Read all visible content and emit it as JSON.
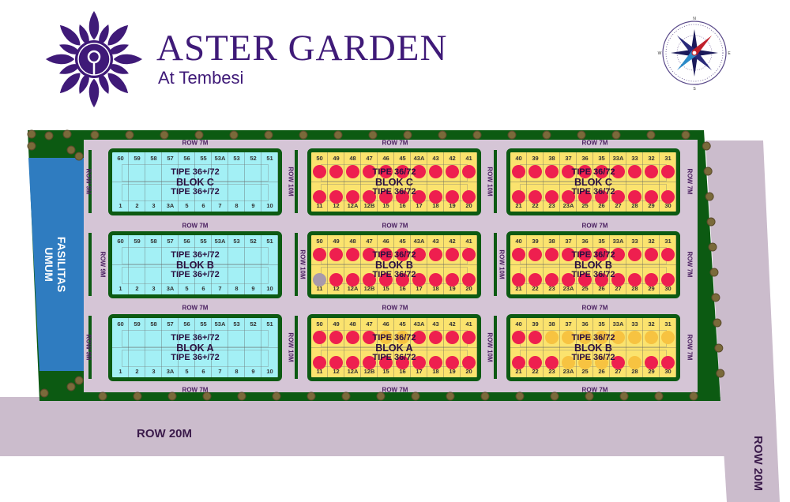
{
  "brand": {
    "title": "ASTER GARDEN",
    "subtitle": "At Tembesi"
  },
  "compass": {
    "north": "N",
    "east": "E",
    "south": "S",
    "west": "W"
  },
  "colors": {
    "sold": "#ee1f4f",
    "booked": "#f7c341",
    "unavailable": "#a89aac",
    "cyan_lot": "#a3f0f5",
    "yellow_lot": "#fbe36e",
    "green": "#0c5a12",
    "road": "#cbbccc",
    "purple": "#3f1a78",
    "facility": "#2f7cc0"
  },
  "facility_label": [
    "FASILITAS",
    "UMUM"
  ],
  "roads": {
    "main_horizontal": "ROW 20M",
    "main_vertical": "ROW 20M"
  },
  "row_labels": {
    "row7": "ROW 7M",
    "row9": "ROW 9M",
    "row10": "ROW 10M"
  },
  "blocks": [
    {
      "name": "BLOK C",
      "type": "TIPE 36+/72",
      "style": "cyan",
      "top": [
        "60",
        "59",
        "58",
        "57",
        "56",
        "55",
        "53A",
        "53",
        "52",
        "51"
      ],
      "bottom": [
        "1",
        "2",
        "3",
        "3A",
        "5",
        "6",
        "7",
        "8",
        "9",
        "10"
      ]
    },
    {
      "name": "BLOK C",
      "type": "TIPE 36/72",
      "style": "yellow",
      "top": [
        "50",
        "49",
        "48",
        "47",
        "46",
        "45",
        "43A",
        "43",
        "42",
        "41"
      ],
      "bottom": [
        "11",
        "12",
        "12A",
        "12B",
        "15",
        "16",
        "17",
        "18",
        "19",
        "20"
      ],
      "top_status": [
        "sold",
        "sold",
        "sold",
        "sold",
        "sold",
        "sold",
        "sold",
        "sold",
        "sold",
        "sold"
      ],
      "bottom_status": [
        "sold",
        "sold",
        "sold",
        "sold",
        "sold",
        "sold",
        "sold",
        "sold",
        "sold",
        "sold"
      ]
    },
    {
      "name": "BLOK C",
      "type": "TIPE 36/72",
      "style": "yellow",
      "top": [
        "40",
        "39",
        "38",
        "37",
        "36",
        "35",
        "33A",
        "33",
        "32",
        "31"
      ],
      "bottom": [
        "21",
        "22",
        "23",
        "23A",
        "25",
        "26",
        "27",
        "28",
        "29",
        "30"
      ],
      "top_status": [
        "sold",
        "sold",
        "sold",
        "sold",
        "sold",
        "sold",
        "sold",
        "sold",
        "sold",
        "sold"
      ],
      "bottom_status": [
        "sold",
        "sold",
        "sold",
        "sold",
        "sold",
        "sold",
        "sold",
        "sold",
        "sold",
        "sold"
      ]
    },
    {
      "name": "BLOK B",
      "type": "TIPE 36+/72",
      "style": "cyan",
      "top": [
        "60",
        "59",
        "58",
        "57",
        "56",
        "55",
        "53A",
        "53",
        "52",
        "51"
      ],
      "bottom": [
        "1",
        "2",
        "3",
        "3A",
        "5",
        "6",
        "7",
        "8",
        "9",
        "10"
      ]
    },
    {
      "name": "BLOK B",
      "type": "TIPE 36/72",
      "style": "yellow",
      "top": [
        "50",
        "49",
        "48",
        "47",
        "46",
        "45",
        "43A",
        "43",
        "42",
        "41"
      ],
      "bottom": [
        "11",
        "12",
        "12A",
        "12B",
        "15",
        "16",
        "17",
        "18",
        "19",
        "20"
      ],
      "top_status": [
        "sold",
        "sold",
        "sold",
        "sold",
        "sold",
        "sold",
        "sold",
        "sold",
        "sold",
        "sold"
      ],
      "bottom_status": [
        "unavailable",
        "sold",
        "sold",
        "sold",
        "sold",
        "sold",
        "sold",
        "sold",
        "sold",
        "sold"
      ]
    },
    {
      "name": "BLOK B",
      "type": "TIPE 36/72",
      "style": "yellow",
      "top": [
        "40",
        "39",
        "38",
        "37",
        "36",
        "35",
        "33A",
        "33",
        "32",
        "31"
      ],
      "bottom": [
        "21",
        "22",
        "23",
        "23A",
        "25",
        "26",
        "27",
        "28",
        "29",
        "30"
      ],
      "top_status": [
        "sold",
        "sold",
        "sold",
        "sold",
        "sold",
        "sold",
        "sold",
        "sold",
        "sold",
        "sold"
      ],
      "bottom_status": [
        "sold",
        "sold",
        "sold",
        "sold",
        "sold",
        "sold",
        "sold",
        "sold",
        "sold",
        "sold"
      ]
    },
    {
      "name": "BLOK A",
      "type": "TIPE 36+/72",
      "style": "cyan",
      "top": [
        "60",
        "59",
        "58",
        "57",
        "56",
        "55",
        "53A",
        "53",
        "52",
        "51"
      ],
      "bottom": [
        "1",
        "2",
        "3",
        "3A",
        "5",
        "6",
        "7",
        "8",
        "9",
        "10"
      ]
    },
    {
      "name": "BLOK A",
      "type": "TIPE 36/72",
      "style": "yellow",
      "top": [
        "50",
        "49",
        "48",
        "47",
        "46",
        "45",
        "43A",
        "43",
        "42",
        "41"
      ],
      "bottom": [
        "11",
        "12",
        "12A",
        "12B",
        "15",
        "16",
        "17",
        "18",
        "19",
        "20"
      ],
      "top_status": [
        "sold",
        "sold",
        "sold",
        "sold",
        "booked",
        "booked",
        "sold",
        "sold",
        "sold",
        "sold"
      ],
      "bottom_status": [
        "sold",
        "sold",
        "sold",
        "sold",
        "sold",
        "sold",
        "sold",
        "sold",
        "sold",
        "sold"
      ]
    },
    {
      "name": "BLOK B",
      "type": "TIPE 36/72",
      "style": "yellow",
      "top": [
        "40",
        "39",
        "38",
        "37",
        "36",
        "35",
        "33A",
        "33",
        "32",
        "31"
      ],
      "bottom": [
        "21",
        "22",
        "23",
        "23A",
        "25",
        "26",
        "27",
        "28",
        "29",
        "30"
      ],
      "top_status": [
        "sold",
        "sold",
        "booked",
        "booked",
        "booked",
        "booked",
        "booked",
        "booked",
        "booked",
        "booked"
      ],
      "bottom_status": [
        "sold",
        "sold",
        "sold",
        "booked",
        "booked",
        "booked",
        "sold",
        "booked",
        "sold",
        "sold"
      ]
    }
  ]
}
